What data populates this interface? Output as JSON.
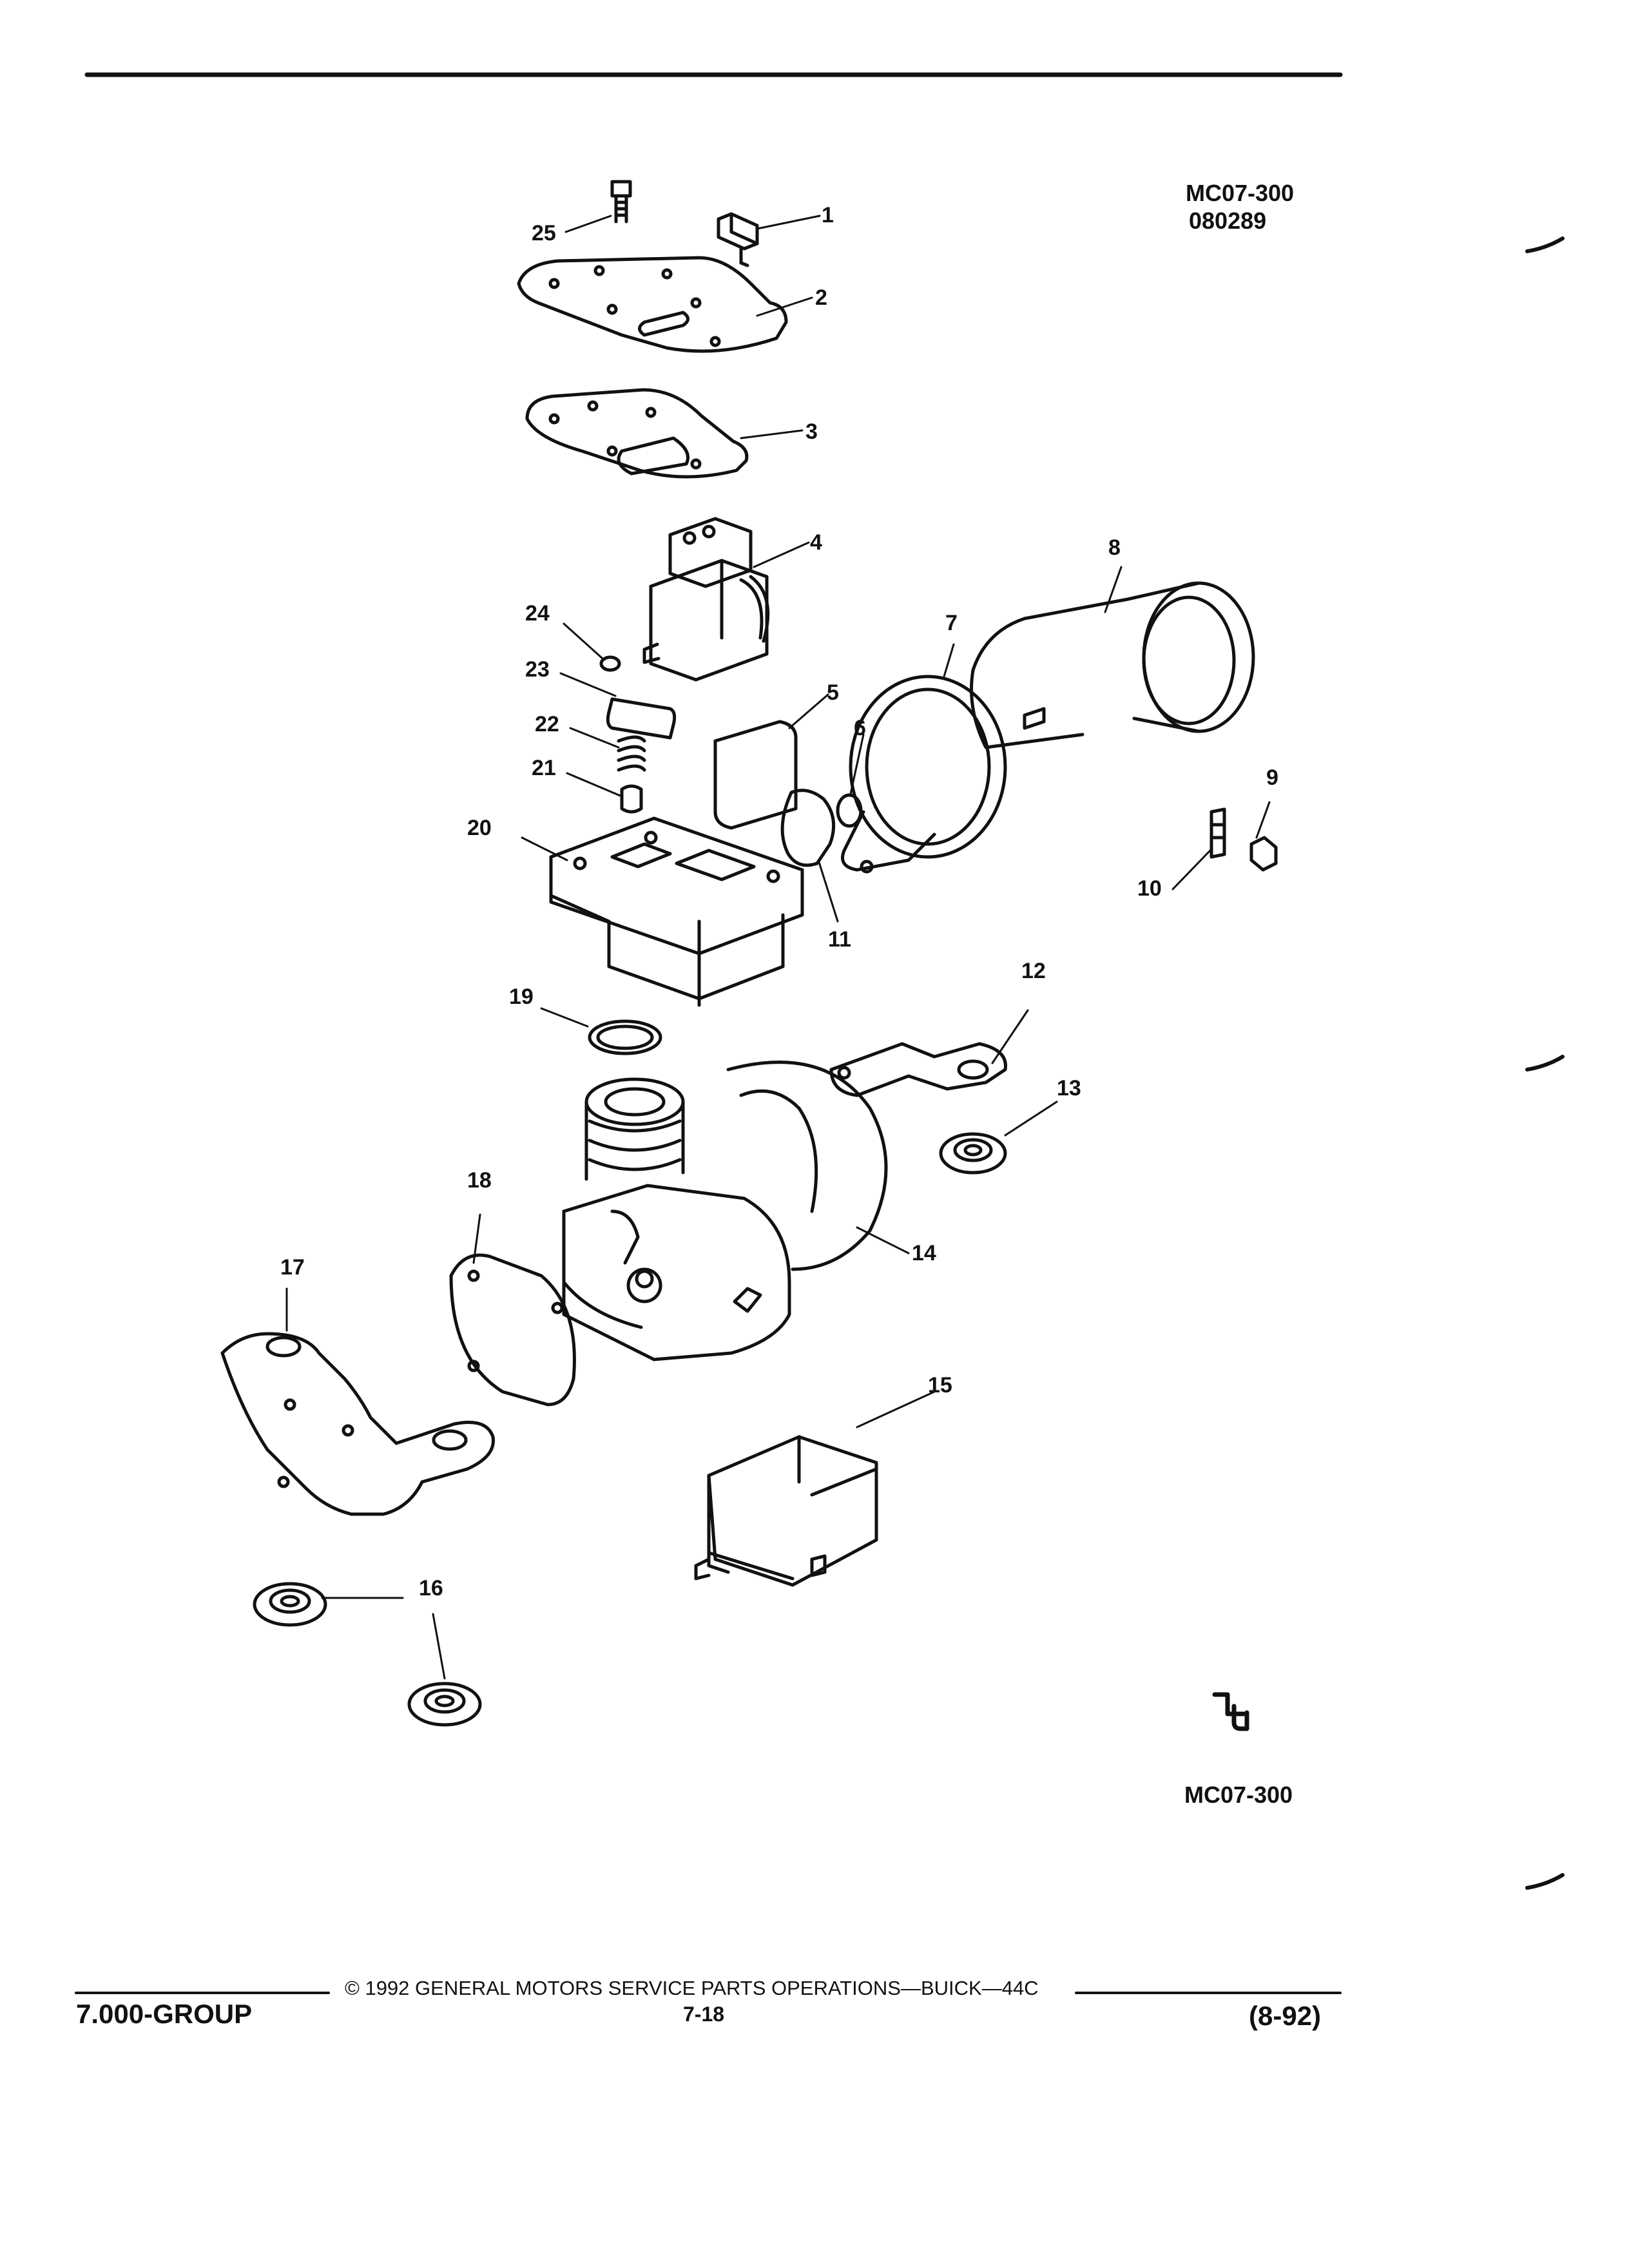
{
  "figure": {
    "code_top": "MC07-300",
    "date_code": "080289",
    "code_bottom": "MC07-300",
    "callouts": [
      "1",
      "2",
      "3",
      "4",
      "5",
      "6",
      "7",
      "8",
      "9",
      "10",
      "11",
      "12",
      "13",
      "14",
      "15",
      "16",
      "17",
      "18",
      "19",
      "20",
      "21",
      "22",
      "23",
      "24",
      "25"
    ]
  },
  "footer": {
    "copyright": "©  1992  GENERAL MOTORS SERVICE PARTS OPERATIONS—BUICK—44C",
    "page": "7-18",
    "group": "7.000-GROUP",
    "date": "(8-92)"
  }
}
